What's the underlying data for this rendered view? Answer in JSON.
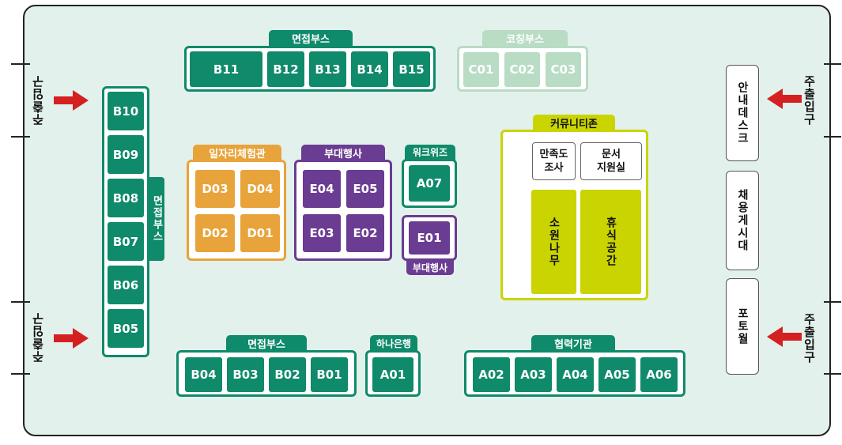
{
  "colors": {
    "green": "#0f8a6a",
    "pale_green": "#b8dcc4",
    "orange": "#e8a33a",
    "purple": "#6a3c92",
    "lime": "#c9d400",
    "arrow_red": "#d42020",
    "floor": "#e3f1ec"
  },
  "top_interview": {
    "label": "면접부스",
    "booths": [
      "B11",
      "B12",
      "B13",
      "B14",
      "B15"
    ]
  },
  "coaching": {
    "label": "코칭부스",
    "booths": [
      "C01",
      "C02",
      "C03"
    ]
  },
  "left_interview": {
    "label": "면접부스",
    "booths": [
      "B10",
      "B09",
      "B08",
      "B07",
      "B06",
      "B05"
    ]
  },
  "job_experience": {
    "label": "일자리체험관",
    "booths": [
      "D03",
      "D04",
      "D02",
      "D01"
    ]
  },
  "side_event": {
    "label": "부대행사",
    "booths": [
      "E04",
      "E05",
      "E03",
      "E02"
    ]
  },
  "workwiz": {
    "label": "워크위즈",
    "booth": "A07"
  },
  "side_event_small": {
    "label": "부대행사",
    "booth": "E01"
  },
  "community": {
    "label": "커뮤니티존",
    "survey": "만족도\n조사",
    "docs": "문서\n지원실",
    "wish_tree": "소원나무",
    "rest": "휴식공간"
  },
  "bottom_interview": {
    "label": "면접부스",
    "booths": [
      "B04",
      "B03",
      "B02",
      "B01"
    ]
  },
  "hana": {
    "label": "하나은행",
    "booth": "A01"
  },
  "partners": {
    "label": "협력기관",
    "booths": [
      "A02",
      "A03",
      "A04",
      "A05",
      "A06"
    ]
  },
  "kiosks": {
    "info_desk": "안내데스크",
    "job_board": "채용게시대",
    "photo_wall": "포토월"
  },
  "entrance": {
    "label": "주출입구"
  }
}
